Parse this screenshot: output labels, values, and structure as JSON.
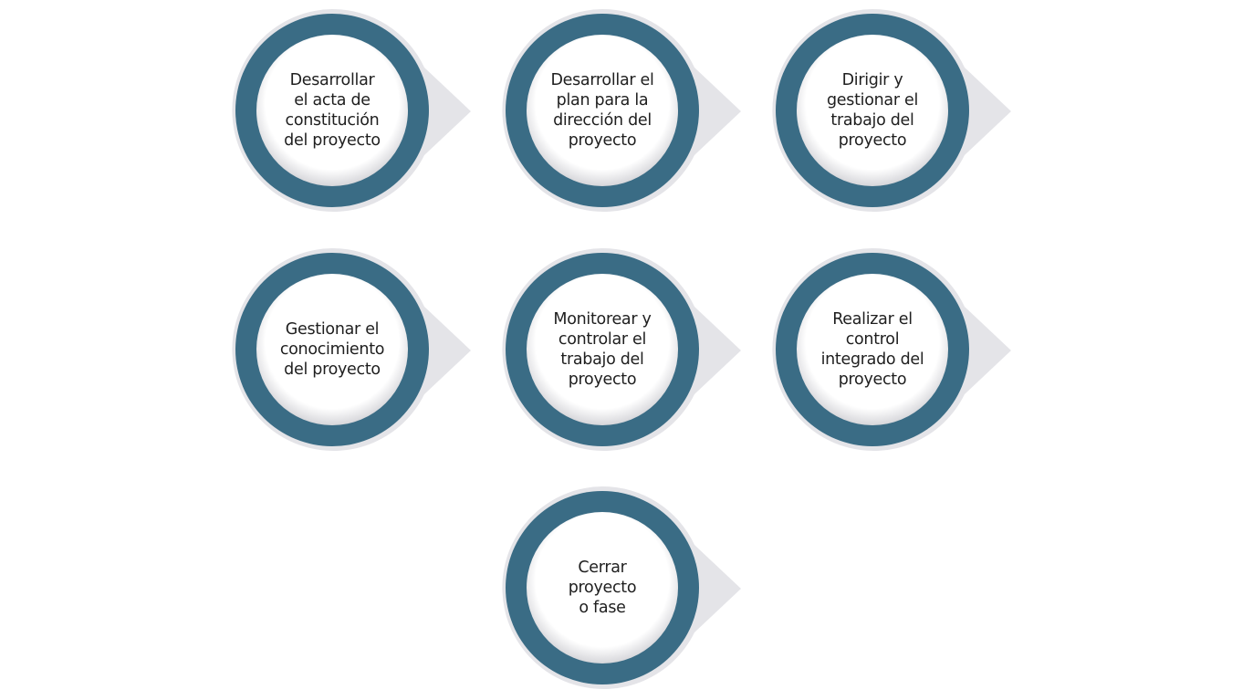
{
  "colors": {
    "outer_halo": "#e4e4e8",
    "ring": "#3a6c85",
    "inner_circle": "#ffffff",
    "text": "#1f1f1f"
  },
  "processes": [
    {
      "label": "Desarrollar\nel acta de\nconstitución\ndel proyecto"
    },
    {
      "label": "Desarrollar el\nplan para la\ndirección del\nproyecto"
    },
    {
      "label": "Dirigir y\ngestionar el\ntrabajo del\nproyecto"
    },
    {
      "label": "Gestionar el\nconocimiento\ndel proyecto"
    },
    {
      "label": "Monitorear y\ncontrolar el\ntrabajo del\nproyecto"
    },
    {
      "label": "Realizar el\ncontrol\nintegrado del\nproyecto"
    },
    {
      "label": "Cerrar\nproyecto\no fase"
    }
  ]
}
